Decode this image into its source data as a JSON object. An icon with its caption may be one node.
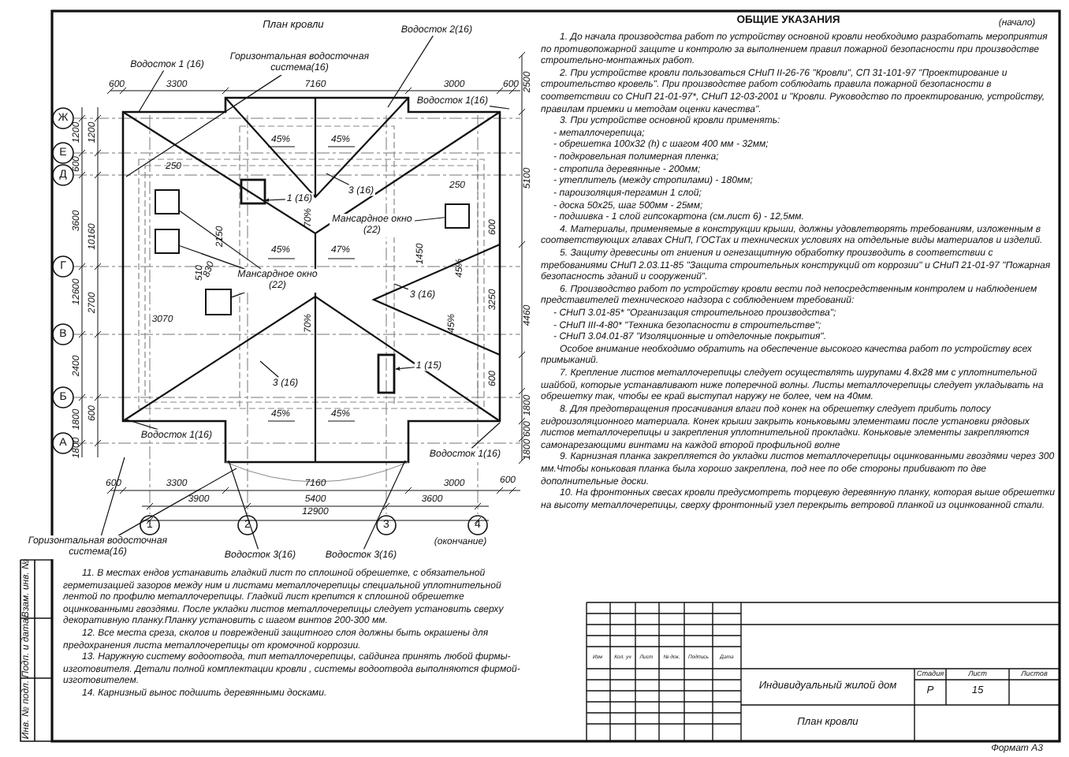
{
  "diagram": {
    "title": "План кровли",
    "nodes": [
      {
        "text": [
          "Водосток 1 (16)"
        ]
      },
      {
        "text": [
          "Горизонтальная водосточная система(16)"
        ]
      },
      {
        "text": [
          "Водосток 2(16)"
        ]
      },
      {
        "text": [
          "Водосток 1(16)"
        ]
      },
      {
        "text": [
          "1 (16)"
        ]
      },
      {
        "text": [
          "3 (16)"
        ]
      },
      {
        "text": [
          "Мансардное окно (22)"
        ]
      },
      {
        "text": [
          "Мансардное окно (22)"
        ]
      },
      {
        "text": [
          "3 (16)"
        ]
      },
      {
        "text": [
          "1 (15)"
        ]
      },
      {
        "text": [
          "3 (16)"
        ]
      },
      {
        "text": [
          "Водосток 1(16)"
        ]
      },
      {
        "text": [
          "Водосток 1(16)"
        ]
      },
      {
        "text": [
          "Горизонтальная водосточная система(16)"
        ]
      },
      {
        "text": [
          "Водосток 3(16)"
        ]
      },
      {
        "text": [
          "Водосток 3(16)"
        ]
      },
      {
        "text": [],
        "shape": "box"
      },
      {
        "text": [],
        "shape": "box"
      },
      {
        "text": [],
        "shape": "box"
      },
      {
        "text": [],
        "shape": "box"
      }
    ],
    "edges": [
      {
        "from": 0,
        "to": null,
        "arrow": "none"
      },
      {
        "from": 1,
        "to": null,
        "arrow": "none"
      },
      {
        "from": 2,
        "to": null,
        "arrow": "none"
      },
      {
        "from": 3,
        "to": null,
        "arrow": "none"
      },
      {
        "from": 4,
        "to": null,
        "arrow": "to"
      },
      {
        "from": 5,
        "to": null,
        "arrow": "none"
      },
      {
        "from": 6,
        "to": 19,
        "arrow": "none"
      },
      {
        "from": 7,
        "to": 16,
        "arrow": "none"
      },
      {
        "from": 7,
        "to": 17,
        "arrow": "none"
      },
      {
        "from": 7,
        "to": 18,
        "arrow": "none"
      },
      {
        "from": 8,
        "to": null,
        "arrow": "none"
      },
      {
        "from": 9,
        "to": null,
        "arrow": "to"
      },
      {
        "from": 10,
        "to": null,
        "arrow": "none"
      },
      {
        "from": 11,
        "to": null,
        "arrow": "none"
      },
      {
        "from": 12,
        "to": null,
        "arrow": "none"
      },
      {
        "from": 13,
        "to": null,
        "arrow": "none"
      },
      {
        "from": 13,
        "to": null,
        "arrow": "none"
      },
      {
        "from": 14,
        "to": null,
        "arrow": "none"
      },
      {
        "from": 15,
        "to": null,
        "arrow": "none"
      }
    ],
    "labels": [
      "ОБЩИЕ УКАЗАНИЯ",
      "(начало)",
      "1. До начала производства работ по устройству основной кровли необходимо разработать мероприятия по противопожарной защите и контролю за выполнением правил пожарной безопасности при производстве строительно-монтажных работ.",
      "2. При устройстве кровли пользоваться СНиП II-26-76 \"Кровли\", СП 31-101-97 \"Проектирование и строительство кровель\". При производстве работ соблюдать правила пожарной безопасности в соответствии со СНиП 21-01-97*, СНиП 12-03-2001 и \"Кровли. Руководство по проектированию, устройству, правилам приемки и методам оценки качества\".",
      "3. При устройстве основной кровли применять:",
      "- металлочерепица;",
      "- обрешетка 100х32 (h) с шагом 400 мм - 32мм;",
      "- подкровельная полимерная пленка;",
      "- стропила деревянные - 200мм;",
      "- утеплитель (между стропилами) - 180мм;",
      "- пароизоляция-пергамин 1 слой;",
      "- доска 50х25, шаг 500мм - 25мм;",
      "- подшивка - 1 слой гипсокартона (см.лист 6) - 12,5мм.",
      "4. Материалы, применяемые в конструкции крыши, должны удовлетворять требованиям, изложенным в соответствующих главах СНиП, ГОСТах и технических условиях на отдельные виды материалов и изделий.",
      "5. Защиту древесины от гниения и огнезащитную обработку производить в соответствии с требованиями СНиП 2.03.11-85 \"Защита строительных конструкций от коррозии\" и СНиП 21-01-97 \"Пожарная безопасность зданий и сооружений\".",
      "6. Производство работ по устройству кровли вести под непосредственным контролем и наблюдением представителей технического надзора с соблюдением требований:",
      "- СНиП 3.01-85* \"Организация строительного производства\";",
      "- СНиП III-4-80* \"Техника безопасности в строительстве\";",
      "- СНиП 3.04.01-87 \"Изоляционные и отделочные покрытия\".",
      "Особое внимание необходимо обратить на обеспечение высокого качества работ по устройству всех примыканий.",
      "7. Крепление листов металлочерепицы следует осуществлять шурупами 4.8х28 мм с уплотнительной шайбой, которые устанавливают ниже поперечной волны. Листы металлочерепицы следует укладывать на обрешетку так, чтобы ее край выступал наружу не более, чем на 40мм.",
      "8. Для предотвращения просачивания влаги под конек на обрешетку следует прибить полосу гидроизоляционного материала. Конек крыши закрыть коньковыми элементами после установки рядовых листов металлочерепицы и закрепления уплотнительной прокладки. Коньковые элементы закрепляются самонарезающими винтами на каждой второй профильной волне",
      "9. Карнизная планка закрепляется до укладки листов металлочерепицы оцинкованными гвоздями через 300 мм.Чтобы коньковая планка была хорошо закреплена, под нее по обе стороны прибивают по две дополнительные доски.",
      "10. На фронтонных свесах кровли предусмотреть торцевую деревянную планку, которая выше обрешетки на высоту металлочерепицы, сверху фронтонный узел перекрыть ветровой планкой из оцинкованной стали.",
      "11. В местах ендов устанавить гладкий лист по сплошной обрешетке, с обязательной герметизацией зазоров между ним и листами металлочерепицы специальной уплотнительной лентой по профилю металлочерепицы. Гладкий лист крепится к сплошной обрешетке оцинкованными гвоздями. После укладки листов металлочерепицы следует установить сверху декоративную планку.Планку установить с шагом винтов 200-300 мм.",
      "12. Все места среза, сколов и повреждений защитного слоя должны быть окрашены для предохранения листа металлочерепицы от кромочной коррозии.",
      "13. Наружную систему водоотвода, тип металлочерепицы, сайдинга принять любой фирмы-изготовителя. Детали полной комплектации кровли , системы водоотвода выполняются фирмой-изготовителем.",
      "14. Карнизный вынос подшить деревянными досками.",
      "(окончание)",
      "Ж",
      "Е",
      "Д",
      "Г",
      "В",
      "Б",
      "А",
      "1",
      "2",
      "3",
      "4",
      "600",
      "3300",
      "7160",
      "3000",
      "600",
      "600",
      "3300",
      "7160",
      "3000",
      "600",
      "3900",
      "5400",
      "3600",
      "12900",
      "1200",
      "1200",
      "600",
      "3600",
      "10160",
      "12600",
      "2700",
      "2400",
      "1800",
      "600",
      "1800",
      "2500",
      "5100",
      "600",
      "3250",
      "4460",
      "600",
      "1800",
      "600",
      "1800",
      "250",
      "2150",
      "510",
      "830",
      "3070",
      "250",
      "1450",
      "45%",
      "45%",
      "70%",
      "45%",
      "47%",
      "70%",
      "45%",
      "45%",
      "45%",
      "45%",
      "Изм",
      "Кол. уч",
      "Лист",
      "№ док.",
      "Подпись",
      "Дата",
      "Индивидуальный жилой дом",
      "Стадия",
      "Лист",
      "Листов",
      "Р",
      "15",
      "План кровли",
      "Формат А3",
      "Инв. № подл.",
      "Подп. и дата",
      "Взам. инв. №"
    ]
  }
}
